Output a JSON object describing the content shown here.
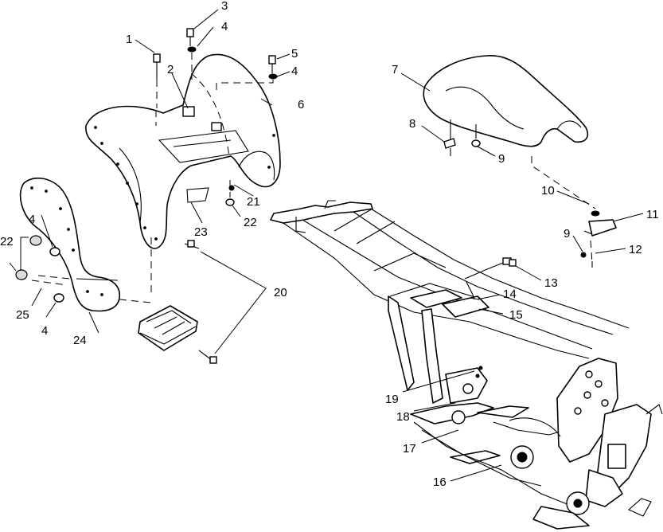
{
  "callouts": {
    "c1": "1",
    "c2": "2",
    "c3": "3",
    "c4a": "4",
    "c4b": "4",
    "c5": "5",
    "c6": "6",
    "c7": "7",
    "c8": "8",
    "c9a": "9",
    "c9b": "9",
    "c10": "10",
    "c11": "11",
    "c12": "12",
    "c13": "13",
    "c14": "14",
    "c15": "15",
    "c16": "16",
    "c17": "17",
    "c18": "18",
    "c19": "19",
    "c20": "20",
    "c21": "21",
    "c22a": "22",
    "c22b": "22",
    "c23": "23",
    "c24": "24",
    "c25": "25",
    "c4c": "4",
    "c4d": "4"
  }
}
